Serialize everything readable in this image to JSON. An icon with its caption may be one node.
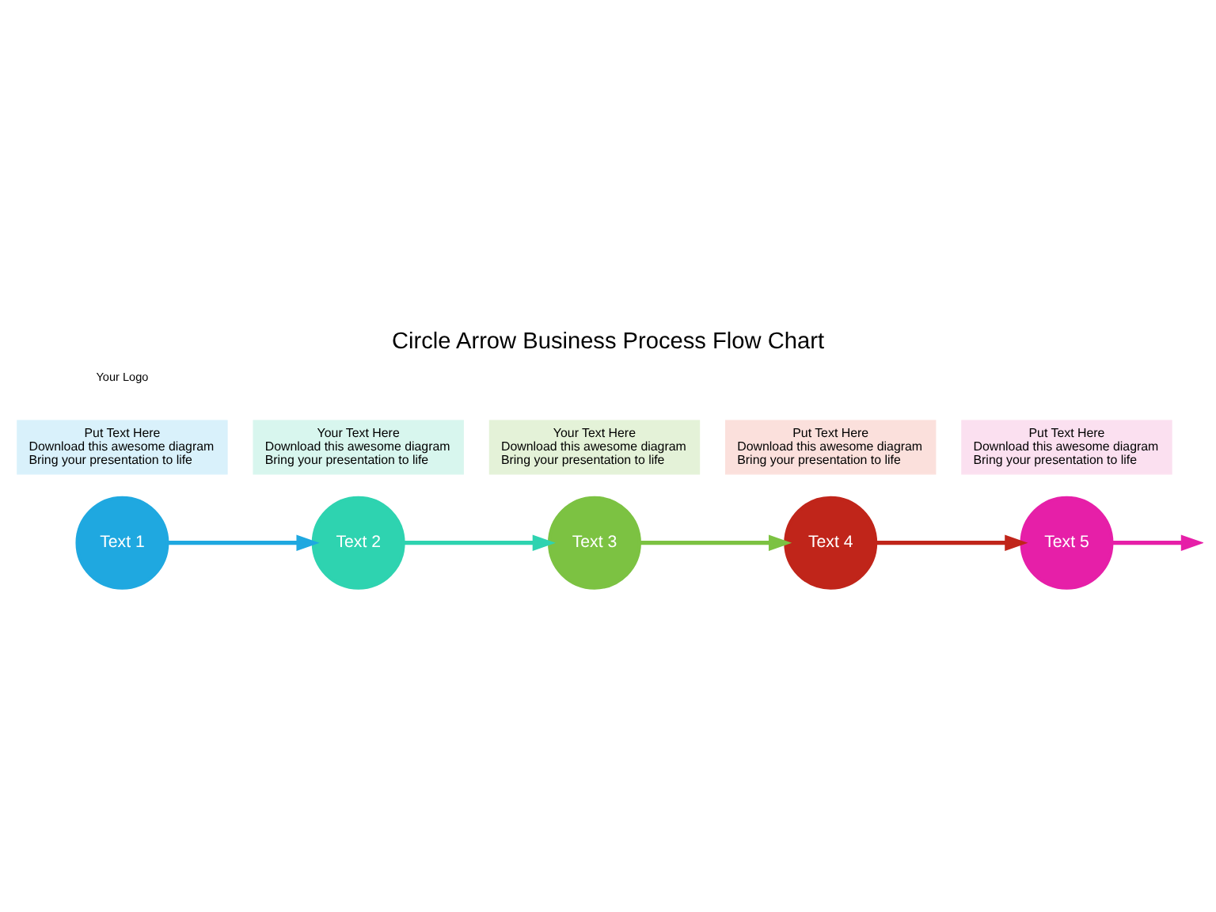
{
  "diagram": {
    "title": "Circle Arrow Business Process Flow Chart",
    "nodes": [
      {
        "text": [
          "Put Text Here",
          "Download this awesome diagram",
          "Bring your presentation to life"
        ]
      },
      {
        "text": [
          "Your Text Here",
          "Download this awesome diagram",
          "Bring your presentation to life"
        ]
      },
      {
        "text": [
          "Put Text Here",
          "Download this awesome diagram",
          "Bring your presentation to life"
        ]
      },
      {
        "text": [
          "Text 1"
        ]
      },
      {
        "text": [
          "Text 2"
        ]
      },
      {
        "text": [
          "Text 3"
        ]
      },
      {
        "text": [
          "Text 4"
        ]
      },
      {
        "text": [
          "Text 5"
        ]
      },
      {
        "text": [
          "Your Text Here",
          "Download this awesome diagram",
          "Bring your presentation to life"
        ]
      },
      {
        "text": [
          "Put Text Here",
          "Download this awesome diagram",
          "Bring your presentation to life"
        ]
      }
    ],
    "edges": [
      {
        "from": 3,
        "to": 4,
        "arrow": "to",
        "color": "#1fa8e0"
      },
      {
        "from": 4,
        "to": 5,
        "arrow": "to",
        "color": "#2ed3b0"
      },
      {
        "from": 5,
        "to": 6,
        "arrow": "to",
        "color": "#7cc242"
      },
      {
        "from": 6,
        "to": 7,
        "arrow": "to",
        "color": "#c0251a"
      },
      {
        "from": 7,
        "to": null,
        "arrow": "to",
        "color": "#e61fa8"
      }
    ],
    "labels": [
      "Your Logo"
    ]
  }
}
